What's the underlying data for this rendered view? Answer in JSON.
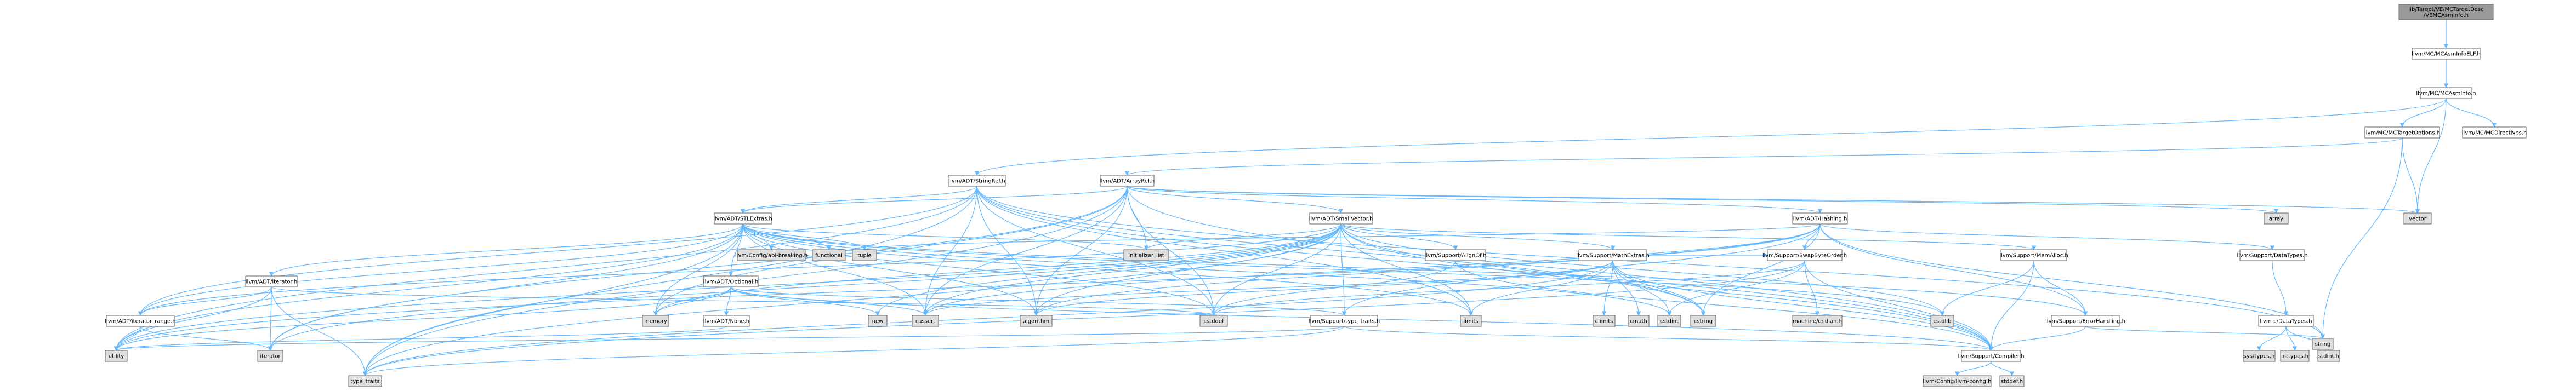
{
  "colors": {
    "root": "#999999",
    "header": "#ffffff",
    "system": "#e0e0e0",
    "edge": "#63B8FF",
    "border": "#666666"
  },
  "nodes": [
    {
      "id": "root",
      "label": "lib/Target/VE/MCTargetDesc\n/VEMCAsmInfo.h",
      "kind": "root"
    },
    {
      "id": "mcasminfoelf",
      "label": "llvm/MC/MCAsmInfoELF.h",
      "kind": "header"
    },
    {
      "id": "mcasminfo",
      "label": "llvm/MC/MCAsmInfo.h",
      "kind": "header"
    },
    {
      "id": "mctargetoptions",
      "label": "llvm/MC/MCTargetOptions.h",
      "kind": "header"
    },
    {
      "id": "mcdirectives",
      "label": "llvm/MC/MCDirectives.h",
      "kind": "header"
    },
    {
      "id": "stringref",
      "label": "llvm/ADT/StringRef.h",
      "kind": "header"
    },
    {
      "id": "arrayref",
      "label": "llvm/ADT/ArrayRef.h",
      "kind": "header"
    },
    {
      "id": "stlextras",
      "label": "llvm/ADT/STLExtras.h",
      "kind": "header"
    },
    {
      "id": "smallvector",
      "label": "llvm/ADT/SmallVector.h",
      "kind": "header"
    },
    {
      "id": "hashing",
      "label": "llvm/ADT/Hashing.h",
      "kind": "header"
    },
    {
      "id": "iterator",
      "label": "llvm/ADT/iterator.h",
      "kind": "header"
    },
    {
      "id": "iterator_range",
      "label": "llvm/ADT/iterator_range.h",
      "kind": "header"
    },
    {
      "id": "optional",
      "label": "llvm/ADT/Optional.h",
      "kind": "header"
    },
    {
      "id": "none",
      "label": "llvm/ADT/None.h",
      "kind": "header"
    },
    {
      "id": "abibreaking",
      "label": "llvm/Config/abi-breaking.h",
      "kind": "system"
    },
    {
      "id": "functional",
      "label": "functional",
      "kind": "system"
    },
    {
      "id": "tuple",
      "label": "tuple",
      "kind": "system"
    },
    {
      "id": "initializer_list",
      "label": "initializer_list",
      "kind": "system"
    },
    {
      "id": "alignof",
      "label": "llvm/Support/AlignOf.h",
      "kind": "header"
    },
    {
      "id": "mathextras",
      "label": "llvm/Support/MathExtras.h",
      "kind": "header"
    },
    {
      "id": "swapbyteorder",
      "label": "llvm/Support/SwapByteOrder.h",
      "kind": "header"
    },
    {
      "id": "memalloc",
      "label": "llvm/Support/MemAlloc.h",
      "kind": "header"
    },
    {
      "id": "errorhandling",
      "label": "llvm/Support/ErrorHandling.h",
      "kind": "header"
    },
    {
      "id": "datatypes",
      "label": "llvm/Support/DataTypes.h",
      "kind": "header"
    },
    {
      "id": "cdatatypes",
      "label": "llvm-c/DataTypes.h",
      "kind": "header"
    },
    {
      "id": "typetraits",
      "label": "llvm/Support/type_traits.h",
      "kind": "header"
    },
    {
      "id": "compiler",
      "label": "llvm/Support/Compiler.h",
      "kind": "header"
    },
    {
      "id": "llvmconfig",
      "label": "llvm/Config/llvm-config.h",
      "kind": "system"
    },
    {
      "id": "stddef_h",
      "label": "stddef.h",
      "kind": "system"
    },
    {
      "id": "memory",
      "label": "memory",
      "kind": "system"
    },
    {
      "id": "new",
      "label": "new",
      "kind": "system"
    },
    {
      "id": "cassert",
      "label": "cassert",
      "kind": "system"
    },
    {
      "id": "algorithm",
      "label": "algorithm",
      "kind": "system"
    },
    {
      "id": "cstddef",
      "label": "cstddef",
      "kind": "system"
    },
    {
      "id": "limits",
      "label": "limits",
      "kind": "system"
    },
    {
      "id": "climits",
      "label": "climits",
      "kind": "system"
    },
    {
      "id": "cmath",
      "label": "cmath",
      "kind": "system"
    },
    {
      "id": "cstdint",
      "label": "cstdint",
      "kind": "system"
    },
    {
      "id": "cstring",
      "label": "cstring",
      "kind": "system"
    },
    {
      "id": "machine_endian",
      "label": "machine/endian.h",
      "kind": "system"
    },
    {
      "id": "cstdlib",
      "label": "cstdlib",
      "kind": "system"
    },
    {
      "id": "utility",
      "label": "utility",
      "kind": "system"
    },
    {
      "id": "iterator_std",
      "label": "iterator",
      "kind": "system"
    },
    {
      "id": "type_traits",
      "label": "type_traits",
      "kind": "system"
    },
    {
      "id": "array",
      "label": "array",
      "kind": "system"
    },
    {
      "id": "vector",
      "label": "vector",
      "kind": "system"
    },
    {
      "id": "string",
      "label": "string",
      "kind": "system"
    },
    {
      "id": "systypes",
      "label": "sys/types.h",
      "kind": "system"
    },
    {
      "id": "inttypes",
      "label": "inttypes.h",
      "kind": "system"
    },
    {
      "id": "stdint",
      "label": "stdint.h",
      "kind": "system"
    }
  ],
  "edges": [
    [
      "root",
      "mcasminfoelf"
    ],
    [
      "mcasminfoelf",
      "mcasminfo"
    ],
    [
      "mcasminfo",
      "mctargetoptions"
    ],
    [
      "mcasminfo",
      "mcdirectives"
    ],
    [
      "mcasminfo",
      "stringref"
    ],
    [
      "mcasminfo",
      "vector"
    ],
    [
      "mctargetoptions",
      "arrayref"
    ],
    [
      "mctargetoptions",
      "string"
    ],
    [
      "mctargetoptions",
      "vector"
    ],
    [
      "stringref",
      "stlextras"
    ],
    [
      "stringref",
      "compiler"
    ],
    [
      "stringref",
      "algorithm"
    ],
    [
      "stringref",
      "cassert"
    ],
    [
      "stringref",
      "cstddef"
    ],
    [
      "stringref",
      "cstring"
    ],
    [
      "stringref",
      "limits"
    ],
    [
      "stringref",
      "string"
    ],
    [
      "stringref",
      "type_traits"
    ],
    [
      "stringref",
      "utility"
    ],
    [
      "stringref",
      "iterator_range"
    ],
    [
      "arrayref",
      "hashing"
    ],
    [
      "arrayref",
      "smallvector"
    ],
    [
      "arrayref",
      "stlextras"
    ],
    [
      "arrayref",
      "compiler"
    ],
    [
      "arrayref",
      "algorithm"
    ],
    [
      "arrayref",
      "array"
    ],
    [
      "arrayref",
      "cassert"
    ],
    [
      "arrayref",
      "cstddef"
    ],
    [
      "arrayref",
      "initializer_list"
    ],
    [
      "arrayref",
      "iterator_std"
    ],
    [
      "arrayref",
      "memory"
    ],
    [
      "arrayref",
      "type_traits"
    ],
    [
      "arrayref",
      "vector"
    ],
    [
      "stlextras",
      "optional"
    ],
    [
      "stlextras",
      "iterator"
    ],
    [
      "stlextras",
      "iterator_range"
    ],
    [
      "stlextras",
      "abibreaking"
    ],
    [
      "stlextras",
      "errorhandling"
    ],
    [
      "stlextras",
      "algorithm"
    ],
    [
      "stlextras",
      "cassert"
    ],
    [
      "stlextras",
      "cstddef"
    ],
    [
      "stlextras",
      "cstdint"
    ],
    [
      "stlextras",
      "cstdlib"
    ],
    [
      "stlextras",
      "functional"
    ],
    [
      "stlextras",
      "initializer_list"
    ],
    [
      "stlextras",
      "iterator_std"
    ],
    [
      "stlextras",
      "limits"
    ],
    [
      "stlextras",
      "memory"
    ],
    [
      "stlextras",
      "tuple"
    ],
    [
      "stlextras",
      "type_traits"
    ],
    [
      "stlextras",
      "utility"
    ],
    [
      "optional",
      "none"
    ],
    [
      "optional",
      "compiler"
    ],
    [
      "optional",
      "typetraits"
    ],
    [
      "optional",
      "cassert"
    ],
    [
      "optional",
      "memory"
    ],
    [
      "optional",
      "new"
    ],
    [
      "optional",
      "utility"
    ],
    [
      "iterator",
      "iterator_range"
    ],
    [
      "iterator",
      "cstddef"
    ],
    [
      "iterator",
      "iterator_std"
    ],
    [
      "iterator",
      "type_traits"
    ],
    [
      "iterator",
      "utility"
    ],
    [
      "iterator_range",
      "iterator_std"
    ],
    [
      "iterator_range",
      "utility"
    ],
    [
      "smallvector",
      "iterator_range"
    ],
    [
      "smallvector",
      "alignof"
    ],
    [
      "smallvector",
      "compiler"
    ],
    [
      "smallvector",
      "mathextras"
    ],
    [
      "smallvector",
      "memalloc"
    ],
    [
      "smallvector",
      "typetraits"
    ],
    [
      "smallvector",
      "algorithm"
    ],
    [
      "smallvector",
      "cassert"
    ],
    [
      "smallvector",
      "cstddef"
    ],
    [
      "smallvector",
      "cstdlib"
    ],
    [
      "smallvector",
      "cstring"
    ],
    [
      "smallvector",
      "initializer_list"
    ],
    [
      "smallvector",
      "iterator_std"
    ],
    [
      "smallvector",
      "limits"
    ],
    [
      "smallvector",
      "memory"
    ],
    [
      "smallvector",
      "new"
    ],
    [
      "smallvector",
      "type_traits"
    ],
    [
      "smallvector",
      "utility"
    ],
    [
      "hashing",
      "datatypes"
    ],
    [
      "hashing",
      "errorhandling"
    ],
    [
      "hashing",
      "swapbyteorder"
    ],
    [
      "hashing",
      "typetraits"
    ],
    [
      "hashing",
      "algorithm"
    ],
    [
      "hashing",
      "cassert"
    ],
    [
      "hashing",
      "cstring"
    ],
    [
      "hashing",
      "string"
    ],
    [
      "hashing",
      "tuple"
    ],
    [
      "hashing",
      "utility"
    ],
    [
      "alignof",
      "compiler"
    ],
    [
      "alignof",
      "cstddef"
    ],
    [
      "mathextras",
      "compiler"
    ],
    [
      "mathextras",
      "swapbyteorder"
    ],
    [
      "mathextras",
      "algorithm"
    ],
    [
      "mathextras",
      "cassert"
    ],
    [
      "mathextras",
      "climits"
    ],
    [
      "mathextras",
      "cmath"
    ],
    [
      "mathextras",
      "cstdint"
    ],
    [
      "mathextras",
      "cstring"
    ],
    [
      "mathextras",
      "limits"
    ],
    [
      "mathextras",
      "type_traits"
    ],
    [
      "swapbyteorder",
      "compiler"
    ],
    [
      "swapbyteorder",
      "cstddef"
    ],
    [
      "swapbyteorder",
      "cstdint"
    ],
    [
      "swapbyteorder",
      "type_traits"
    ],
    [
      "swapbyteorder",
      "machine_endian"
    ],
    [
      "memalloc",
      "compiler"
    ],
    [
      "memalloc",
      "errorhandling"
    ],
    [
      "memalloc",
      "cstdlib"
    ],
    [
      "errorhandling",
      "compiler"
    ],
    [
      "errorhandling",
      "string"
    ],
    [
      "datatypes",
      "cdatatypes"
    ],
    [
      "cdatatypes",
      "inttypes"
    ],
    [
      "cdatatypes",
      "stdint"
    ],
    [
      "cdatatypes",
      "systypes"
    ],
    [
      "typetraits",
      "compiler"
    ],
    [
      "typetraits",
      "type_traits"
    ],
    [
      "typetraits",
      "utility"
    ],
    [
      "compiler",
      "llvmconfig"
    ],
    [
      "compiler",
      "stddef_h"
    ],
    [
      "none",
      "utility"
    ]
  ]
}
